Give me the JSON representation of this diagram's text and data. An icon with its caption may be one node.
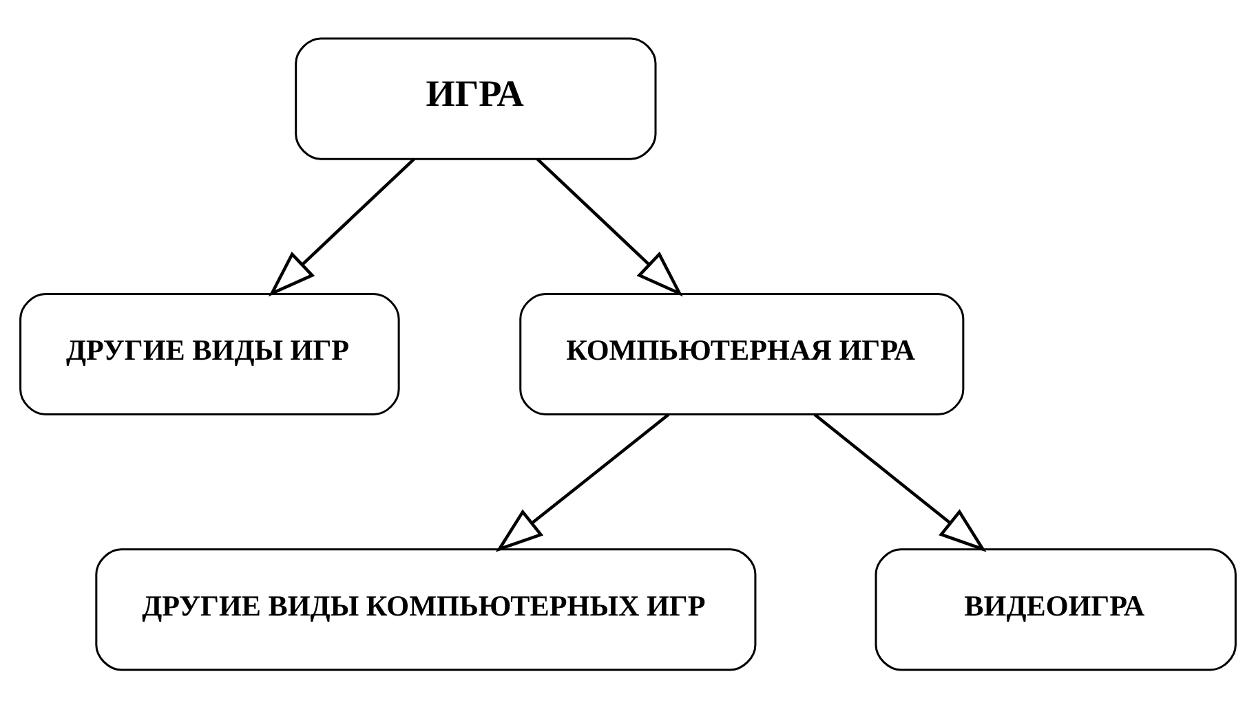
{
  "diagram": {
    "nodes": [
      {
        "text": [
          "ИГРА"
        ]
      },
      {
        "text": [
          "ДРУГИЕ ВИДЫ ИГР"
        ]
      },
      {
        "text": [
          "КОМПЬЮТЕРНАЯ ИГРА"
        ]
      },
      {
        "text": [
          "ДРУГИЕ ВИДЫ КОМПЬЮТЕРНЫХ ИГР"
        ]
      },
      {
        "text": [
          "ВИДЕОИГРА"
        ]
      }
    ],
    "edges": [
      {
        "from": 0,
        "to": 1,
        "arrow": "to"
      },
      {
        "from": 0,
        "to": 2,
        "arrow": "to"
      },
      {
        "from": 2,
        "to": 3,
        "arrow": "to"
      },
      {
        "from": 2,
        "to": 4,
        "arrow": "to"
      }
    ]
  }
}
